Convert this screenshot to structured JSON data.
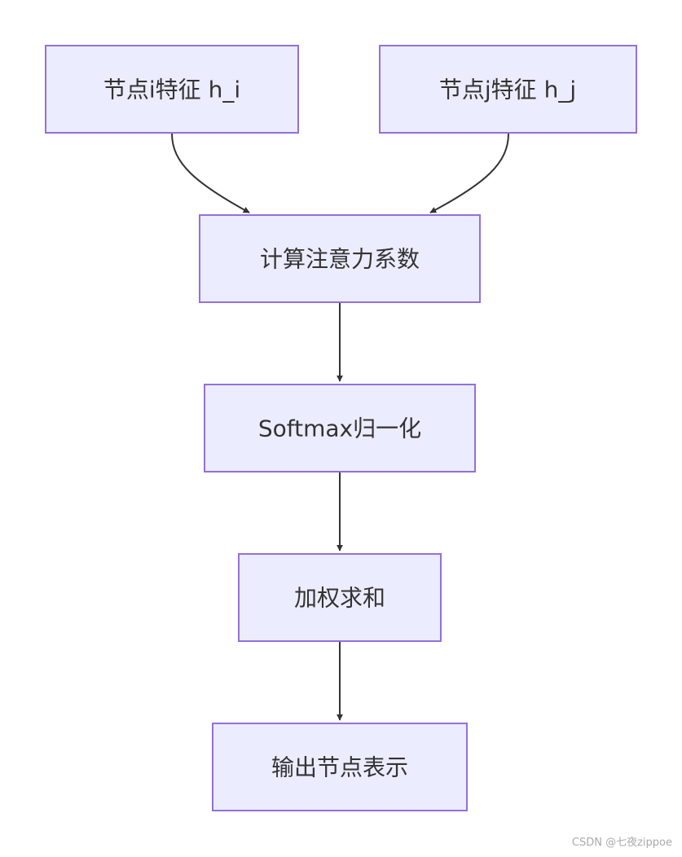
{
  "nodes": {
    "hi": "节点i特征 h_i",
    "hj": "节点j特征 h_j",
    "attn": "计算注意力系数",
    "softmax": "Softmax归一化",
    "wsum": "加权求和",
    "out": "输出节点表示"
  },
  "watermark": "CSDN @七夜zippoe",
  "colors": {
    "node_fill": "#ECECFF",
    "node_border": "#9370DB",
    "edge": "#333333",
    "text": "#333333"
  }
}
